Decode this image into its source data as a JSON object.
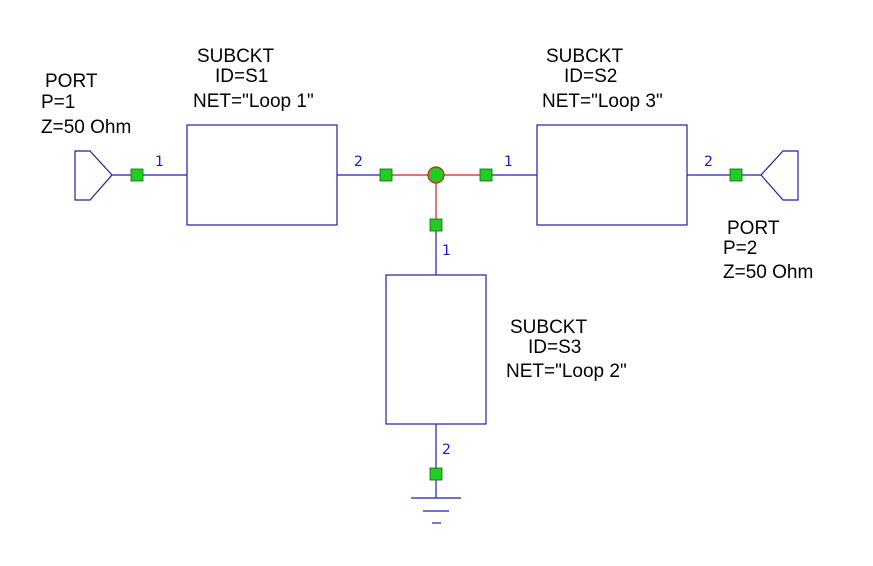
{
  "port1": {
    "type": "PORT",
    "p": "P=1",
    "z": "Z=50 Ohm",
    "pin": "1"
  },
  "port2": {
    "type": "PORT",
    "p": "P=2",
    "z": "Z=50 Ohm",
    "pin": "2"
  },
  "s1": {
    "type": "SUBCKT",
    "id": "ID=S1",
    "net": "NET=\"Loop 1\"",
    "pin_left": "1",
    "pin_right": "2"
  },
  "s2": {
    "type": "SUBCKT",
    "id": "ID=S2",
    "net": "NET=\"Loop 3\"",
    "pin_left": "1",
    "pin_right": "2"
  },
  "s3": {
    "type": "SUBCKT",
    "id": "ID=S3",
    "net": "NET=\"Loop 2\"",
    "pin_top": "1",
    "pin_bottom": "2"
  },
  "colors": {
    "wire": "#1f1fa8",
    "junction_wire": "#cc2020",
    "node": "#22cc22",
    "pin_text": "#1a1acc"
  },
  "icons": {
    "port": "port-triangle-icon",
    "ground": "ground-icon"
  }
}
